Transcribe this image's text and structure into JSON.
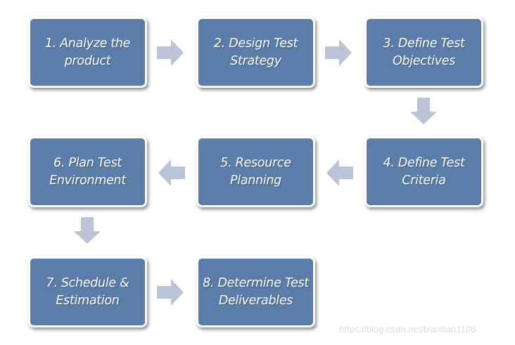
{
  "steps": [
    {
      "label": "1. Analyze the product"
    },
    {
      "label": "2. Design Test Strategy"
    },
    {
      "label": "3. Define Test Objectives"
    },
    {
      "label": "4. Define Test Criteria"
    },
    {
      "label": "5. Resource Planning"
    },
    {
      "label": "6. Plan Test Environment"
    },
    {
      "label": "7. Schedule & Estimation"
    },
    {
      "label": "8. Determine Test Deliverables"
    }
  ],
  "arrow_color": "#b9c4d6",
  "box_color": "#5b7daa",
  "watermark": "https://blog.csdn.net/bianhao1108"
}
